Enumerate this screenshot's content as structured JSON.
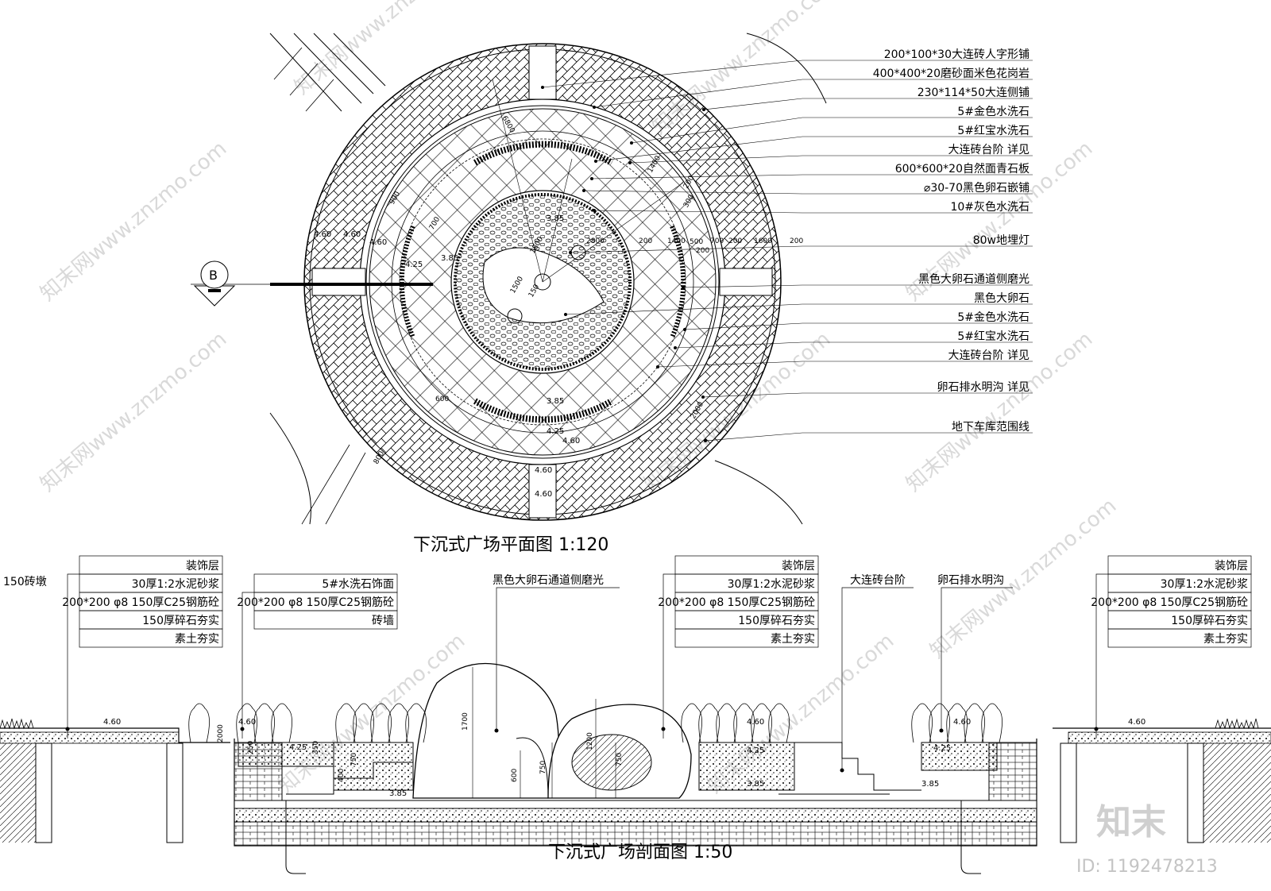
{
  "plan": {
    "title": "下沉式广场平面图 1:120",
    "section_marker": "B",
    "callouts": [
      "200*100*30大连砖人字形铺",
      "400*400*20磨砂面米色花岗岩",
      "230*114*50大连侧铺",
      "5#金色水洗石",
      "5#红宝水洗石",
      "大连砖台阶 详见",
      "600*600*20自然面青石板",
      "⌀30-70黑色卵石嵌铺",
      "10#灰色水洗石",
      "80w地埋灯",
      "黑色大卵石通道侧磨光",
      "黑色大卵石",
      "5#金色水洗石",
      "5#红宝水洗石",
      "大连砖台阶 详见",
      "卵石排水明沟 详见",
      "地下车库范围线"
    ],
    "dimensions": [
      "6800",
      "900",
      "700",
      "1400",
      "200",
      "300",
      "2800",
      "200",
      "1400",
      "500",
      "700",
      "200",
      "1600",
      "200",
      "1800",
      "1500",
      "150",
      "600",
      "2000",
      "800",
      "200"
    ],
    "levels": [
      "4.60",
      "4.60",
      "4.60",
      "4.25",
      "3.85",
      "3.85",
      "3.85",
      "4.25",
      "4.60",
      "4.60",
      "4.60"
    ]
  },
  "section": {
    "title": "下沉式广场剖面图 1:50",
    "left_label": "150砖墩",
    "layer_groups": [
      {
        "layers": [
          "装饰层",
          "30厚1:2水泥砂浆",
          "200*200  φ8 150厚C25钢筋砼",
          "150厚碎石夯实",
          "素土夯实"
        ]
      },
      {
        "layers": [
          "5#水洗石饰面",
          "200*200  φ8 150厚C25钢筋砼",
          "砖墙"
        ]
      },
      {
        "layers": [
          "装饰层",
          "30厚1:2水泥砂浆",
          "200*200  φ8 150厚C25钢筋砼",
          "150厚碎石夯实",
          "素土夯实"
        ]
      },
      {
        "layers": [
          "装饰层",
          "30厚1:2水泥砂浆",
          "200*200  φ8 150厚C25钢筋砼",
          "150厚碎石夯实",
          "素土夯实"
        ]
      }
    ],
    "labels": [
      "黑色大卵石通道侧磨光",
      "大连砖台阶",
      "卵石排水明沟"
    ],
    "dimensions": [
      "1700",
      "1200",
      "600",
      "750",
      "750",
      "750",
      "400",
      "350",
      "2000",
      "250"
    ],
    "levels": [
      "4.60",
      "4.60",
      "4.25",
      "3.85",
      "4.60",
      "4.25",
      "3.85",
      "4.60",
      "4.25",
      "3.85",
      "4.60"
    ]
  },
  "watermark": {
    "text": "知末网www.znzmo.com",
    "brand": "知末",
    "id": "ID: 1192478213"
  },
  "colors": {
    "line": "#000000",
    "watermark": "#d9d9d9"
  }
}
